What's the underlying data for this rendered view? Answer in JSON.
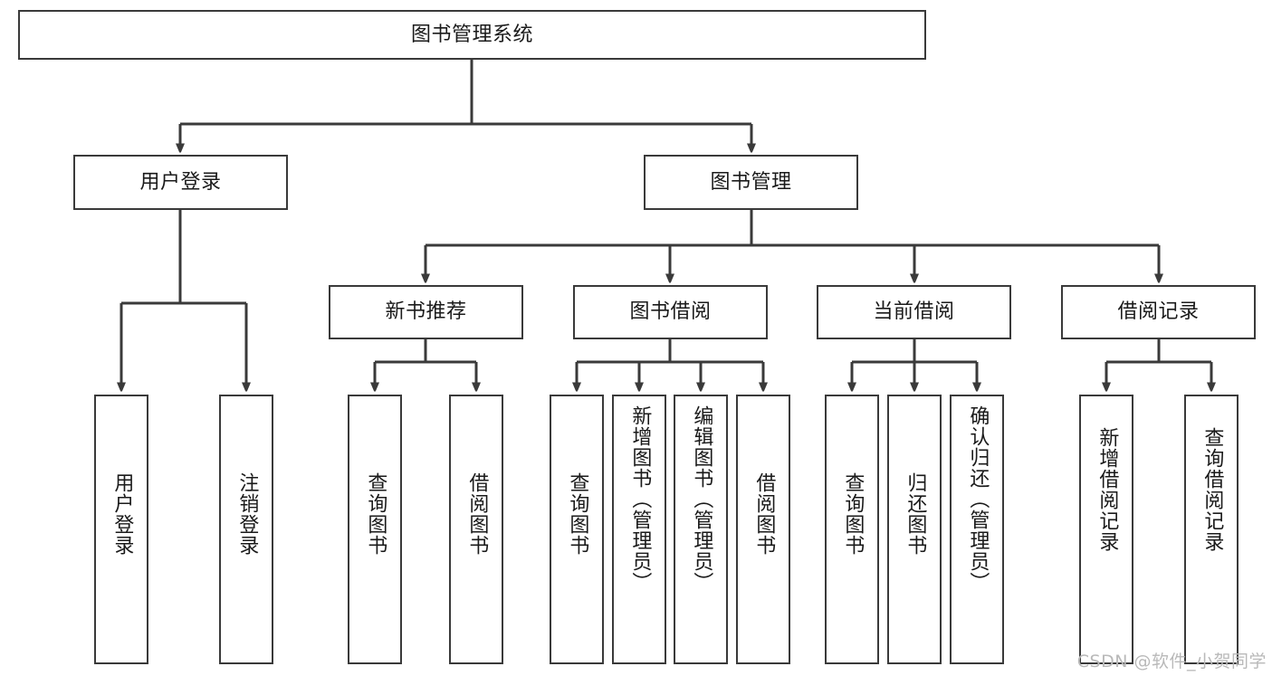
{
  "diagram": {
    "type": "tree",
    "title": "图书管理系统",
    "watermark": "CSDN @软件_小贺同学",
    "colors": {
      "box_stroke": "#3a3a3a",
      "box_fill": "#ffffff",
      "connector": "#3a3a3a",
      "text": "#1a1a1a",
      "watermark": "#b9b9b9"
    },
    "levels": {
      "root": {
        "label": "图书管理系统"
      },
      "level2": [
        {
          "label": "用户登录"
        },
        {
          "label": "图书管理"
        }
      ],
      "level3": [
        {
          "label": "新书推荐"
        },
        {
          "label": "图书借阅"
        },
        {
          "label": "当前借阅"
        },
        {
          "label": "借阅记录"
        }
      ],
      "leaves": [
        {
          "label": "用户登录",
          "parent": "用户登录"
        },
        {
          "label": "注销登录",
          "parent": "用户登录"
        },
        {
          "label": "查询图书",
          "parent": "新书推荐"
        },
        {
          "label": "借阅图书",
          "parent": "新书推荐"
        },
        {
          "label": "查询图书",
          "parent": "图书借阅"
        },
        {
          "label": "新增图书（管理员）",
          "parent": "图书借阅"
        },
        {
          "label": "编辑图书（管理员）",
          "parent": "图书借阅"
        },
        {
          "label": "借阅图书",
          "parent": "图书借阅"
        },
        {
          "label": "查询图书",
          "parent": "当前借阅"
        },
        {
          "label": "归还图书",
          "parent": "当前借阅"
        },
        {
          "label": "确认归还（管理员）",
          "parent": "当前借阅"
        },
        {
          "label": "新增借阅记录",
          "parent": "借阅记录"
        },
        {
          "label": "查询借阅记录",
          "parent": "借阅记录"
        }
      ]
    }
  }
}
